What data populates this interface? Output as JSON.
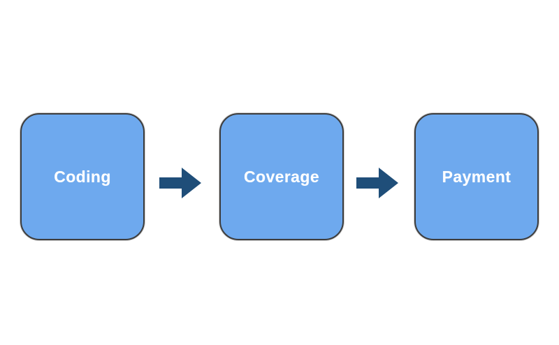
{
  "diagram": {
    "type": "flow",
    "direction": "left-to-right",
    "steps": [
      {
        "label": "Coding"
      },
      {
        "label": "Coverage"
      },
      {
        "label": "Payment"
      }
    ],
    "connectors": [
      {
        "from": "Coding",
        "to": "Coverage",
        "shape": "right-block-arrow"
      },
      {
        "from": "Coverage",
        "to": "Payment",
        "shape": "right-block-arrow"
      }
    ],
    "colors": {
      "background": "#ffffff",
      "box_fill": "#6ea9ee",
      "box_border": "#3d3d3d",
      "arrow_fill": "#1f4e79",
      "label_text": "#ffffff"
    }
  }
}
